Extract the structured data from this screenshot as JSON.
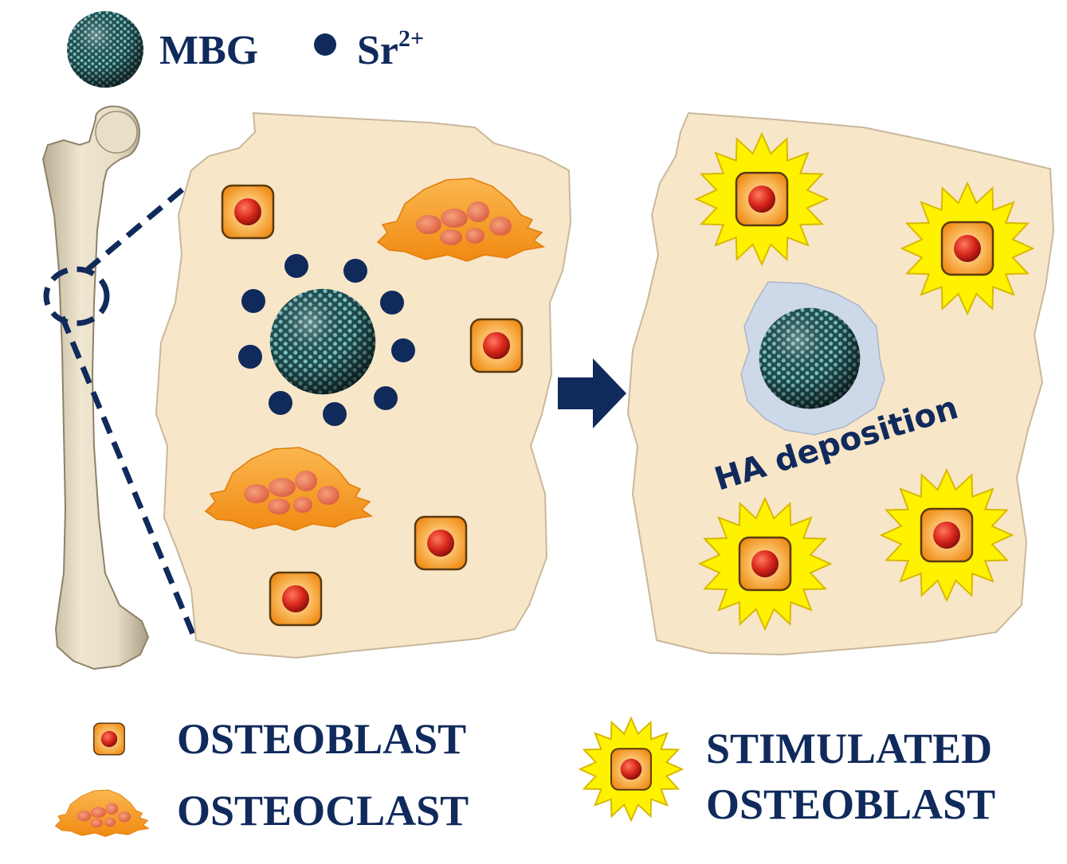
{
  "legend_top": {
    "mbg_label": "MBG",
    "sr_label": "Sr",
    "sr_superscript": "2+"
  },
  "panel_right": {
    "ha_label": "HA deposition"
  },
  "legend_bottom": {
    "osteoblast_label": "OSTEOBLAST",
    "osteoclast_label": "OSTEOCLAST",
    "stimulated_line1": "STIMULATED",
    "stimulated_line2": "OSTEOBLAST"
  },
  "colors": {
    "navy": "#102a5c",
    "tissue": "#f8e6c8",
    "tissue_edge": "#c9b89c",
    "bone": "#e6dcc4",
    "cell_orange": "#f7a33a",
    "nucleus_red": "#d8261c",
    "starburst_yellow": "#fff200",
    "mbg_teal": "#3d8a8c",
    "ha_coat": "#cdd8e8"
  },
  "icons": {
    "mbg": "mesoporous-sphere-icon",
    "sr": "ion-dot-icon",
    "osteoblast": "osteoblast-cell-icon",
    "osteoclast": "osteoclast-cell-icon",
    "stimulated": "starburst-osteoblast-icon",
    "arrow": "right-arrow-icon",
    "bone": "femur-bone-icon"
  }
}
